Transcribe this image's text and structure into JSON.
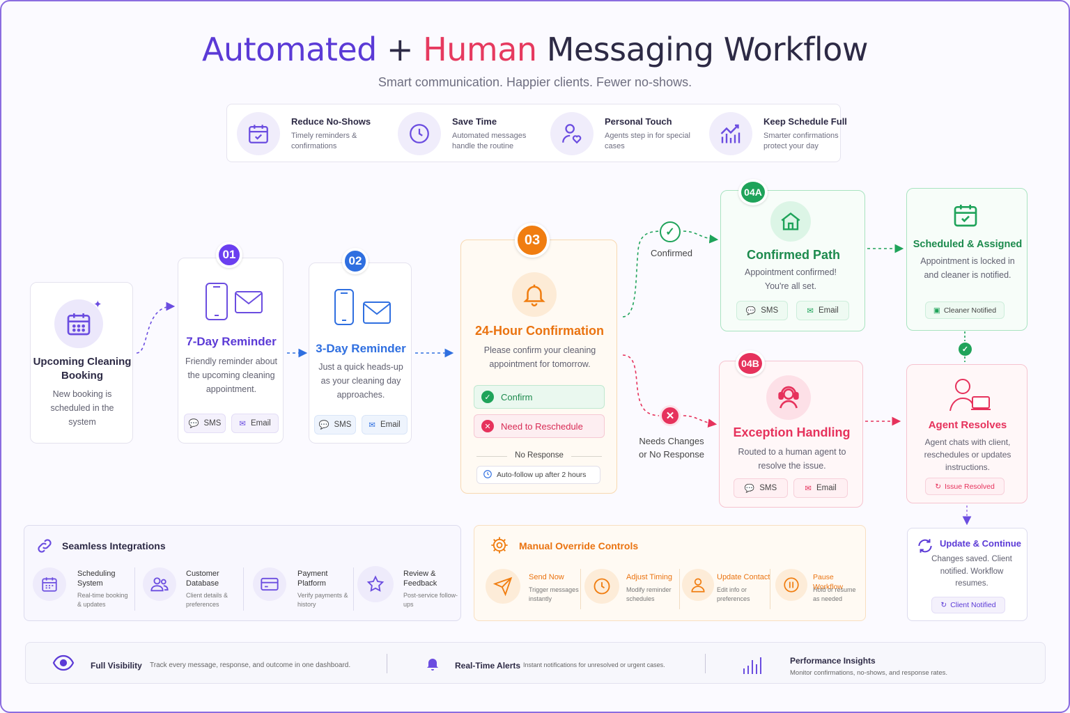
{
  "header": {
    "title_part1": "Automated",
    "title_plus": "+",
    "title_part2": "Human",
    "title_part3": "Messaging Workflow",
    "subtitle": "Smart communication. Happier clients. Fewer no-shows."
  },
  "benefits": [
    {
      "title": "Reduce No-Shows",
      "desc": "Timely reminders & confirmations",
      "icon": "calendar-check-icon"
    },
    {
      "title": "Save Time",
      "desc": "Automated messages handle the routine",
      "icon": "clock-icon"
    },
    {
      "title": "Personal Touch",
      "desc": "Agents step in for special cases",
      "icon": "user-heart-icon"
    },
    {
      "title": "Keep Schedule Full",
      "desc": "Smarter confirmations protect your day",
      "icon": "chart-up-icon"
    }
  ],
  "booking": {
    "title": "Upcoming Cleaning Booking",
    "desc": "New booking is scheduled in the system"
  },
  "step1": {
    "badge": "01",
    "title": "7-Day Reminder",
    "desc": "Friendly reminder about the upcoming cleaning appointment.",
    "sms": "SMS",
    "email": "Email"
  },
  "step2": {
    "badge": "02",
    "title": "3-Day Reminder",
    "desc": "Just a quick heads-up as your cleaning day approaches.",
    "sms": "SMS",
    "email": "Email"
  },
  "step3": {
    "badge": "03",
    "title": "24-Hour Confirmation",
    "desc": "Please confirm your cleaning appointment for tomorrow.",
    "confirm": "Confirm",
    "reschedule": "Need to Reschedule",
    "no_response": "No Response",
    "followup": "Auto-follow up after 2 hours"
  },
  "branch": {
    "confirmed": "Confirmed",
    "needs_changes": "Needs Changes or No Response"
  },
  "path_a": {
    "badge": "04A",
    "title": "Confirmed Path",
    "desc": "Appointment confirmed! You're all set.",
    "sms": "SMS",
    "email": "Email"
  },
  "path_b": {
    "badge": "04B",
    "title": "Exception Handling",
    "desc": "Routed to a human agent to resolve the issue.",
    "sms": "SMS",
    "email": "Email"
  },
  "scheduled": {
    "title": "Scheduled & Assigned",
    "desc": "Appointment is locked in and cleaner is notified.",
    "chip": "Cleaner Notified"
  },
  "agent": {
    "title": "Agent Resolves",
    "desc": "Agent chats with client, reschedules or updates instructions.",
    "chip": "Issue Resolved"
  },
  "update": {
    "title": "Update & Continue",
    "desc": "Changes saved. Client notified. Workflow resumes.",
    "chip": "Client Notified"
  },
  "integrations": {
    "title": "Seamless Integrations",
    "items": [
      {
        "title": "Scheduling System",
        "desc": "Real-time booking & updates"
      },
      {
        "title": "Customer Database",
        "desc": "Client details & preferences"
      },
      {
        "title": "Payment Platform",
        "desc": "Verify payments & history"
      },
      {
        "title": "Review & Feedback",
        "desc": "Post-service follow-ups"
      }
    ]
  },
  "override": {
    "title": "Manual Override Controls",
    "items": [
      {
        "title": "Send Now",
        "desc": "Trigger messages instantly"
      },
      {
        "title": "Adjust Timing",
        "desc": "Modify reminder schedules"
      },
      {
        "title": "Update Contact",
        "desc": "Edit info or preferences"
      },
      {
        "title": "Pause Workflow",
        "desc": "Hold or resume as needed"
      }
    ]
  },
  "footer": [
    {
      "title": "Full Visibility",
      "desc": "Track every message, response, and outcome in one dashboard."
    },
    {
      "title": "Real-Time Alerts",
      "desc": "Instant notifications for unresolved or urgent cases."
    },
    {
      "title": "Performance Insights",
      "desc": "Monitor confirmations, no-shows, and response rates."
    }
  ],
  "colors": {
    "purple": "#5b3ad6",
    "blue": "#2f6fe0",
    "orange": "#f07d10",
    "green": "#1fa35a",
    "red": "#e6325c"
  }
}
